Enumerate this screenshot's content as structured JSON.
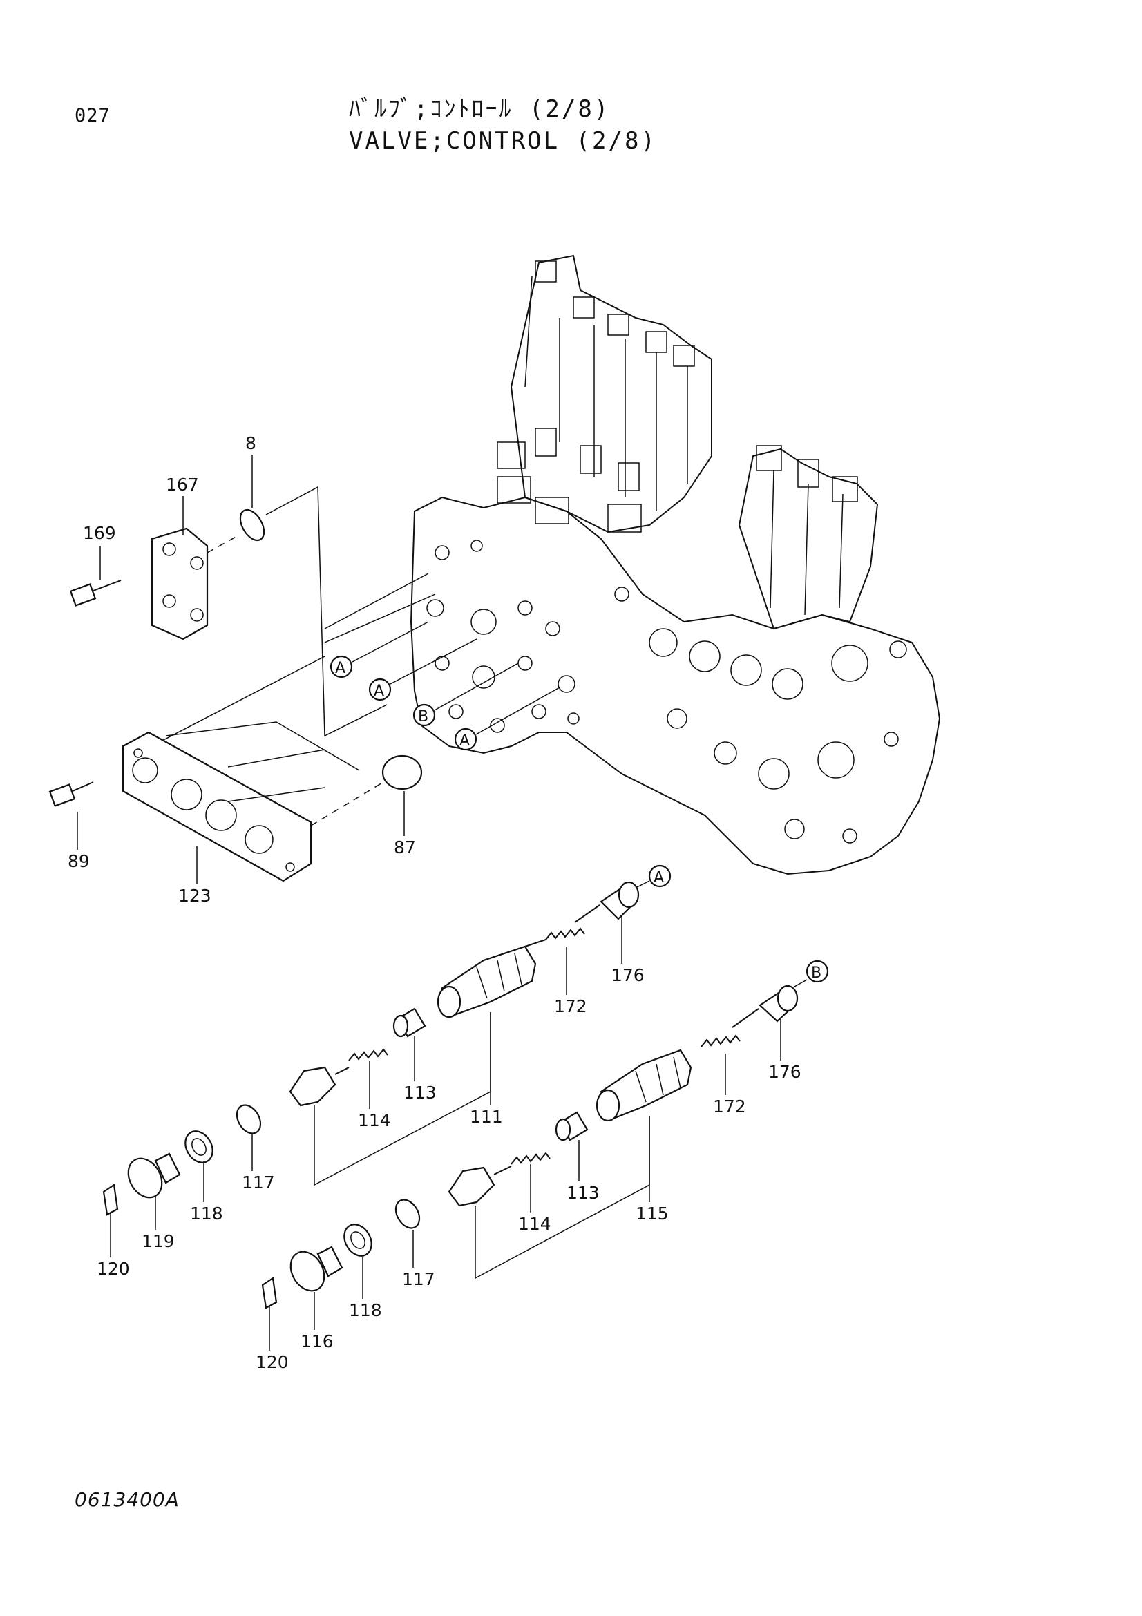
{
  "header": {
    "page_number": "027",
    "title_jp": "ﾊﾞﾙﾌﾞ;ｺﾝﾄﾛｰﾙ (2/8)",
    "title_en": "VALVE;CONTROL (2/8)"
  },
  "footer": {
    "drawing_code": "0613400A"
  },
  "callouts": {
    "p8": "8",
    "p167": "167",
    "p169": "169",
    "p89": "89",
    "p123": "123",
    "p87": "87",
    "p176a": "176",
    "p172a": "172",
    "p113a": "113",
    "p114a": "114",
    "p111": "111",
    "p117a": "117",
    "p118a": "118",
    "p119": "119",
    "p120a": "120",
    "p176b": "176",
    "p172b": "172",
    "p113b": "113",
    "p114b": "114",
    "p115": "115",
    "p117b": "117",
    "p118b": "118",
    "p116": "116",
    "p120b": "120"
  },
  "refs": {
    "a1": "A",
    "a2": "A",
    "b1": "B",
    "a3": "A",
    "a_spool": "A",
    "b_spool": "B"
  }
}
